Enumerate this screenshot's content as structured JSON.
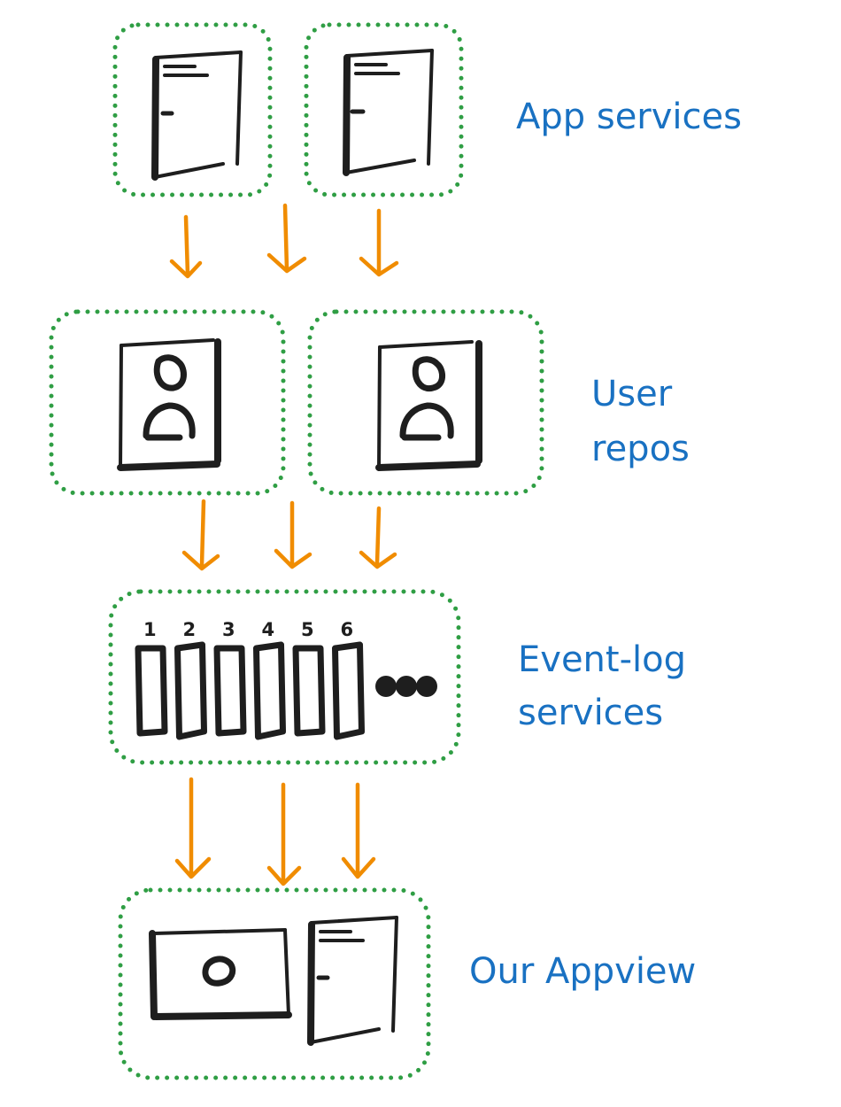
{
  "colors": {
    "box_border": "#2f9e44",
    "arrow": "#f08c00",
    "label": "#1971c2",
    "ink": "#1e1e1e"
  },
  "labels": {
    "app_services": "App services",
    "user_repos_line1": "User",
    "user_repos_line2": "repos",
    "event_log_line1": "Event-log",
    "event_log_line2": "services",
    "appview": "Our Appview"
  },
  "event_log_numbers": [
    "1",
    "2",
    "3",
    "4",
    "5",
    "6"
  ],
  "icons": {
    "app_service": "document-icon",
    "user_repo": "user-profile-icon",
    "event_log": "log-segment-icon",
    "more": "ellipsis-icon",
    "appview_screen": "screen-icon",
    "appview_doc": "document-icon"
  }
}
